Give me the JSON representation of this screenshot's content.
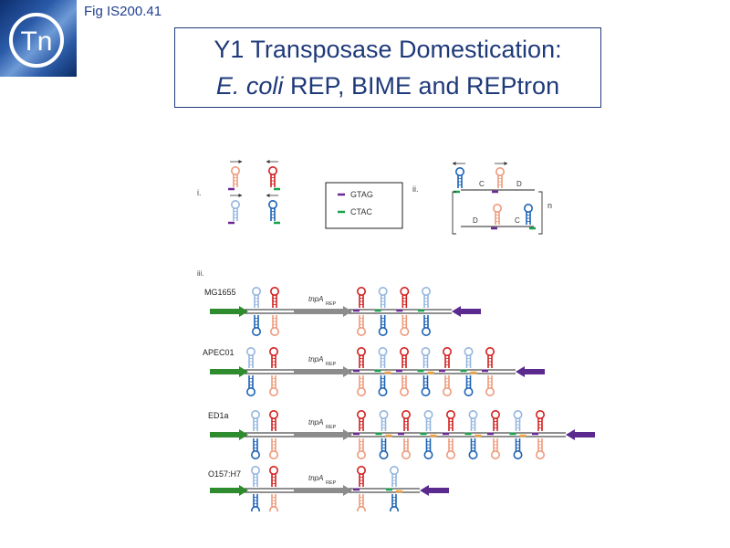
{
  "header": {
    "fig_label": "Fig IS200.41",
    "logo_text": "Tn"
  },
  "title": {
    "line1": "Y1 Transposase Domestication:",
    "line2_italic": "E. coli",
    "line2_rest": " REP, BIME and REPtron"
  },
  "panel_i": {
    "label": "i."
  },
  "legend": {
    "item1": "GTAG",
    "item2": "CTAC"
  },
  "panel_ii": {
    "label": "ii.",
    "seg_c1": "C",
    "seg_d1": "D",
    "seg_d2": "D",
    "seg_c2": "C",
    "repeat": "n"
  },
  "panel_iii": {
    "label": "iii.",
    "gene_label": "tnpA",
    "gene_sub": "REP",
    "rows": [
      {
        "name": "MG1655"
      },
      {
        "name": "APEC01"
      },
      {
        "name": "ED1a"
      },
      {
        "name": "O157:H7"
      }
    ]
  },
  "colors": {
    "title": "#1f3a7a",
    "red": "#d42020",
    "salmon": "#ee9a7c",
    "light_blue": "#94b6df",
    "blue": "#1d63b6",
    "green": "#16a34a",
    "purple": "#6d2897",
    "orange": "#f2a03a",
    "arrow_green": "#2e8b2e",
    "arrow_purple": "#5b2a8e",
    "gene": "#8c8c8c"
  }
}
